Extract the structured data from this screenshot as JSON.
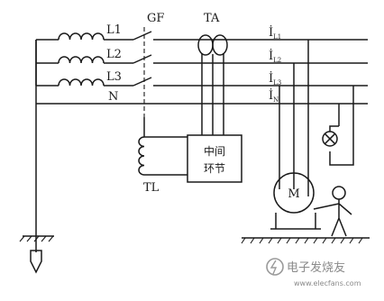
{
  "labels": {
    "L1": "L1",
    "L2": "L2",
    "L3": "L3",
    "N": "N",
    "GF": "GF",
    "TA": "TA",
    "TL": "TL",
    "motor": "M",
    "unit_line1": "中间",
    "unit_line2": "环节"
  },
  "currents": [
    {
      "symbol": "İ",
      "sub": "L1"
    },
    {
      "symbol": "İ",
      "sub": "L2"
    },
    {
      "symbol": "İ",
      "sub": "L3"
    },
    {
      "symbol": "İ",
      "sub": "N"
    }
  ],
  "watermark": {
    "text": "电子发烧友",
    "url": "www.elecfans.com"
  }
}
